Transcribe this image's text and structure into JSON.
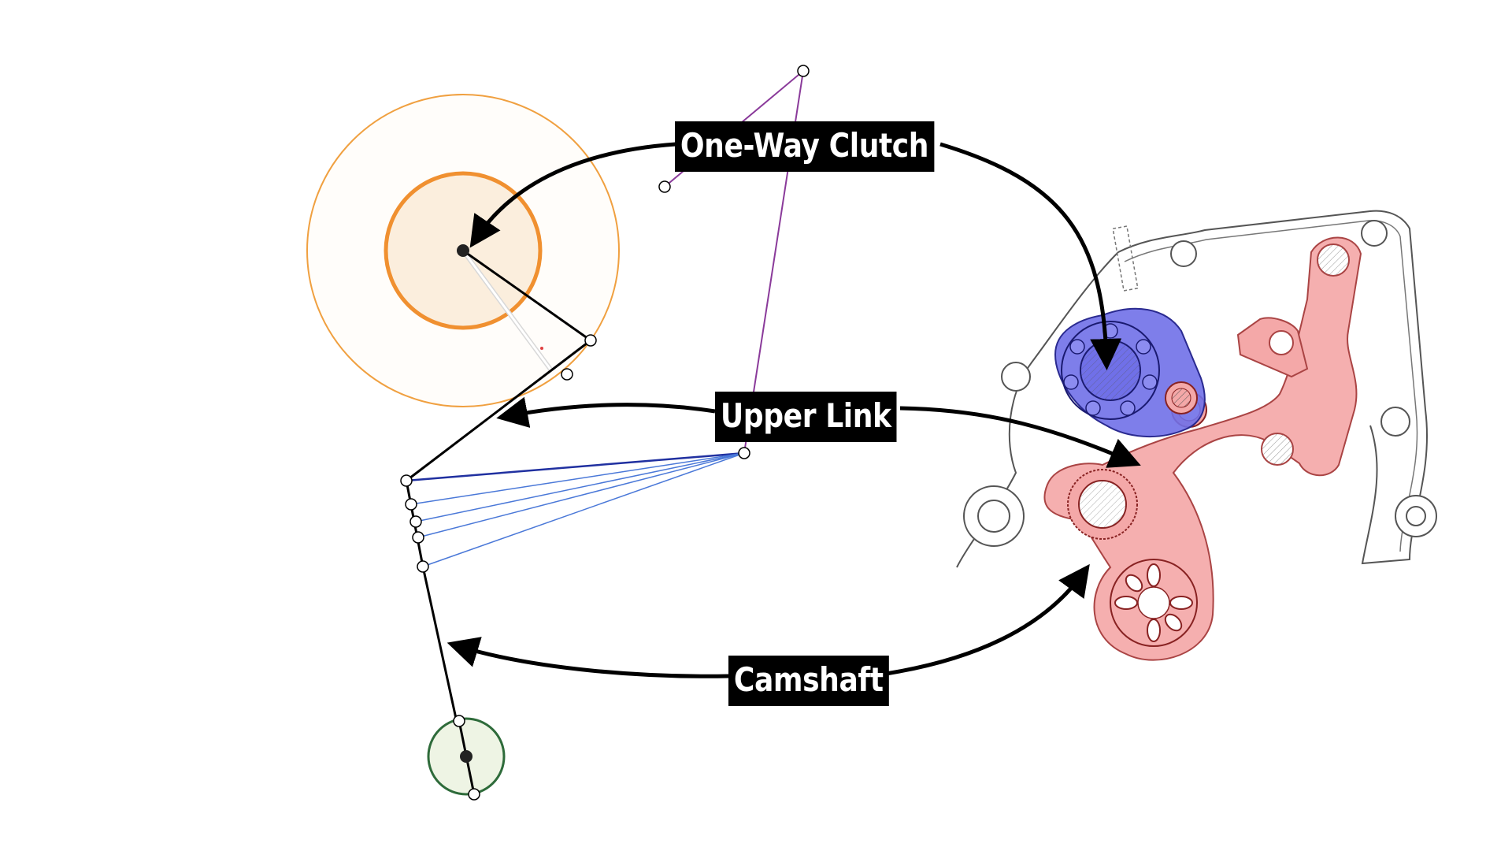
{
  "callouts": {
    "one_way_clutch": "One-Way Clutch",
    "upper_link": "Upper Link",
    "camshaft": "Camshaft"
  },
  "colors": {
    "clutch_ring": "#f0a040",
    "clutch_disc": "#fbeedd",
    "clutch_highlight": "#7070e8",
    "link_highlight": "#f4a8a8",
    "linkage_line": "#000000",
    "input_arm": "#8a3a9a",
    "sweep_lines": "#4a78d8",
    "cam_circle": "#2e6b3a",
    "cam_fill": "#eef4e4",
    "arrow": "#000000",
    "label_bg": "#000000",
    "label_text": "#ffffff"
  }
}
